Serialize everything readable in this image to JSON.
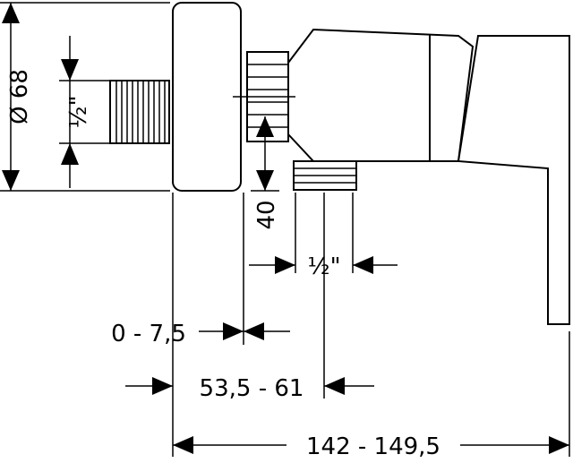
{
  "dimensions": {
    "diameter": "Ø 68",
    "thread_left": "½\"",
    "depth": "40",
    "thread_bottom": "½\"",
    "adjust_range": "0 - 7,5",
    "install_depth": "53,5 - 61",
    "overall_length": "142 - 149,5"
  }
}
